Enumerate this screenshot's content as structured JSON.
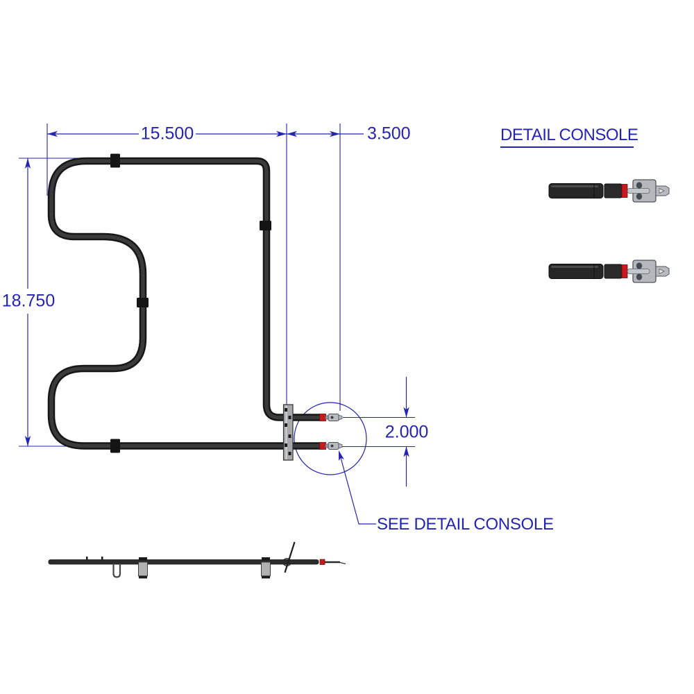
{
  "title": {
    "label": "DETAIL CONSOLE"
  },
  "callout": {
    "label": "SEE DETAIL CONSOLE"
  },
  "dimensions": {
    "top_width": "15.500",
    "terminal_offset": "3.500",
    "overall_height": "18.750",
    "terminal_spacing": "2.000"
  },
  "colors": {
    "dimension_blue": "#2424b2",
    "tube_dark": "#2b2b2b",
    "band_red": "#c41c1c",
    "bracket_gray": "#a6a8aa",
    "terminal_metal": "#b4b8bc",
    "background": "#ffffff"
  }
}
